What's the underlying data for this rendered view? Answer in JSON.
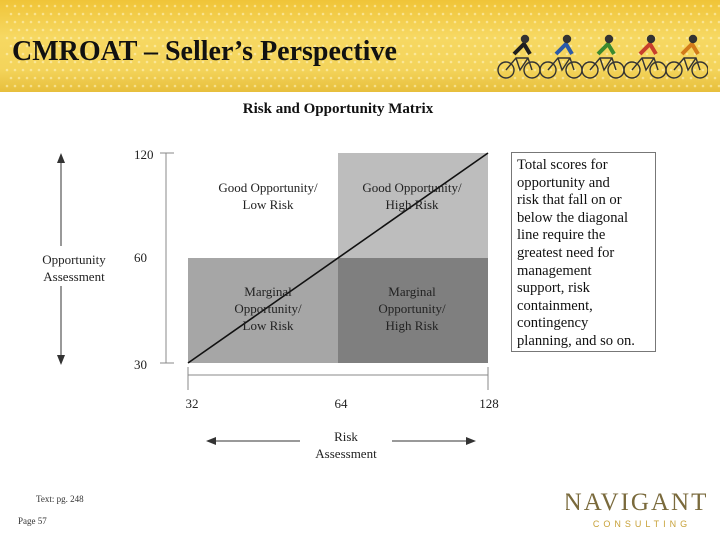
{
  "header": {
    "title": "CMROAT – Seller’s Perspective"
  },
  "matrix": {
    "title": "Risk and Opportunity Matrix",
    "y_axis": {
      "label_line1": "Opportunity",
      "label_line2": "Assessment",
      "ticks": [
        "120",
        "60",
        "30"
      ]
    },
    "x_axis": {
      "label_line1": "Risk",
      "label_line2": "Assessment",
      "ticks": [
        "32",
        "64",
        "128"
      ]
    },
    "cells": {
      "top_left": [
        "Good Opportunity/",
        "Low Risk"
      ],
      "top_right": [
        "Good Opportunity/",
        "High Risk"
      ],
      "bottom_left": [
        "Marginal",
        "Opportunity/",
        "Low Risk"
      ],
      "bottom_right": [
        "Marginal",
        "Opportunity/",
        "High Risk"
      ]
    },
    "colors": {
      "top_left": "#ffffff",
      "top_right": "#bdbdbd",
      "bottom_left": "#a6a6a6",
      "bottom_right": "#7f7f7f"
    },
    "note_lines": [
      "Total scores for",
      "opportunity and",
      "risk that fall on or",
      "below the diagonal",
      "line require the",
      "greatest need for",
      "management",
      "support, risk",
      "containment,",
      "contingency",
      "planning, and so on."
    ]
  },
  "footer": {
    "source": "Text: pg. 248",
    "page": "Page 57",
    "logo_line1": "NAVIGANT",
    "logo_line2": "CONSULTING"
  },
  "colors": {
    "header_bg": "#f4d45b",
    "header_dots": "#ffffff"
  }
}
